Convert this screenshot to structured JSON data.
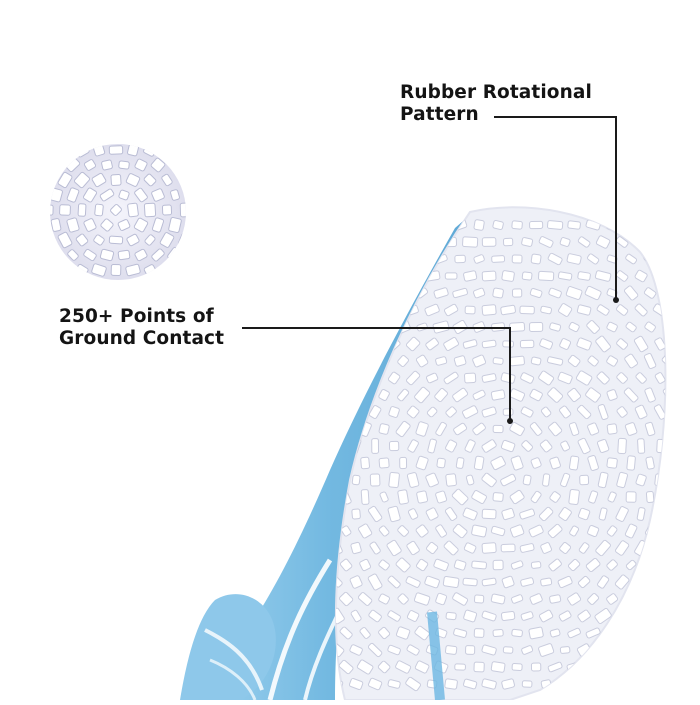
{
  "callouts": {
    "rubber_line1": "Rubber Rotational",
    "rubber_line2": "Pattern",
    "points_line1": "250+ Points of",
    "points_line2": "Ground Contact"
  },
  "colors": {
    "upper_blue": "#7cbfe4",
    "sole_white": "#f1f2f8",
    "text": "#141414"
  }
}
